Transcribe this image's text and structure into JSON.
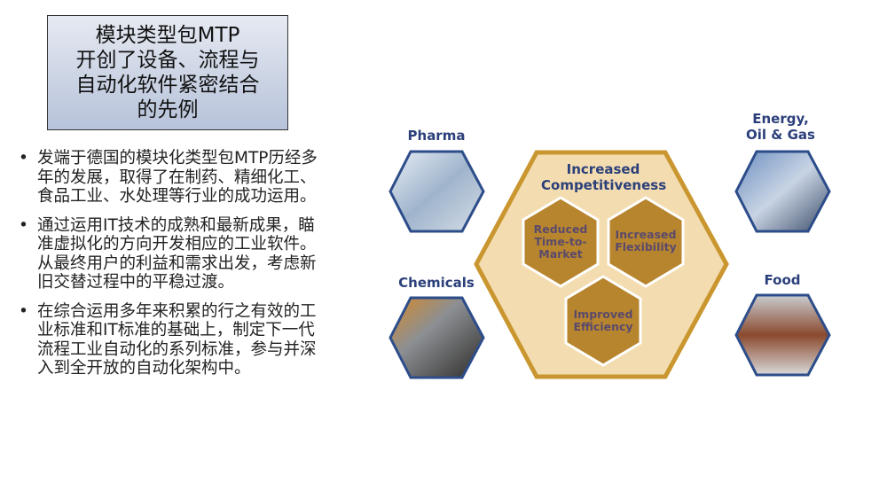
{
  "title": [
    "模块类型包MTP",
    "开创了设备、流程与",
    "自动化软件紧密结合",
    "的先例"
  ],
  "bullets": [
    {
      "bullet": "•",
      "text": "发端于德国的模块化类型包MTP历经多年的发展，取得了在制药、精细化工、食品工业、水处理等行业的成功运用。"
    },
    {
      "bullet": "•",
      "text": "通过运用IT技术的成熟和最新成果，瞄准虚拟化的方向开发相应的工业软件。从最终用户的利益和需求出发，考虑新旧交替过程中的平稳过渡。"
    },
    {
      "bullet": "•",
      "text": "在综合运用多年来积累的行之有效的工业标准和IT标准的基础上，制定下一代流程工业自动化的系列标准，参与并深入到全开放的自动化架构中。"
    }
  ],
  "diagram": {
    "center_title": [
      "Increased",
      "Competitiveness"
    ],
    "benefits": [
      {
        "lines": [
          "Reduced",
          "Time-to-",
          "Market"
        ]
      },
      {
        "lines": [
          "Increased",
          "Flexibility"
        ]
      },
      {
        "lines": [
          "Improved",
          "Efficiency"
        ]
      }
    ],
    "industries": [
      {
        "lines": [
          "Pharma"
        ]
      },
      {
        "lines": [
          "Energy,",
          "Oil & Gas"
        ]
      },
      {
        "lines": [
          "Chemicals"
        ]
      },
      {
        "lines": [
          "Food"
        ]
      }
    ],
    "colors": {
      "outer_fill": "#f3ddb0",
      "outer_stroke": "#c9962f",
      "inner_fill": "#b8852f",
      "label": "#2b3f7a",
      "hex_border": "#2d4d8a"
    }
  }
}
